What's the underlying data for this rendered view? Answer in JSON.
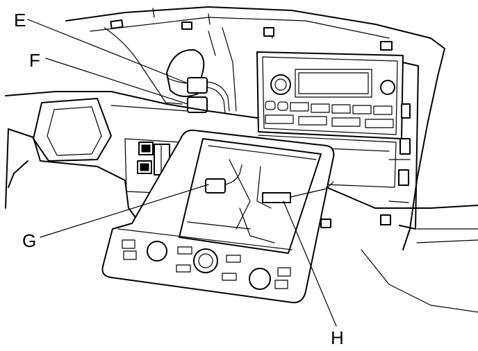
{
  "callouts": {
    "e": "E",
    "f": "F",
    "g": "G",
    "h": "H"
  },
  "colors": {
    "line": "#000000",
    "background": "#ffffff"
  }
}
